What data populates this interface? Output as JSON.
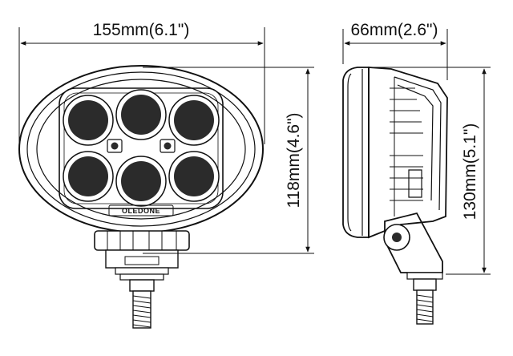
{
  "dimensions": {
    "front_width": "155mm(6.1\")",
    "front_height": "118mm(4.6\")",
    "side_depth": "66mm(2.6\")",
    "side_height": "130mm(5.1\")"
  },
  "brand_logo": "OLEDONE",
  "colors": {
    "line": "#111111",
    "lens": "#2b2b2b",
    "background": "#ffffff"
  },
  "icons": {
    "dimension_arrow": "arrowhead",
    "mount_bolt": "threaded-bolt"
  }
}
